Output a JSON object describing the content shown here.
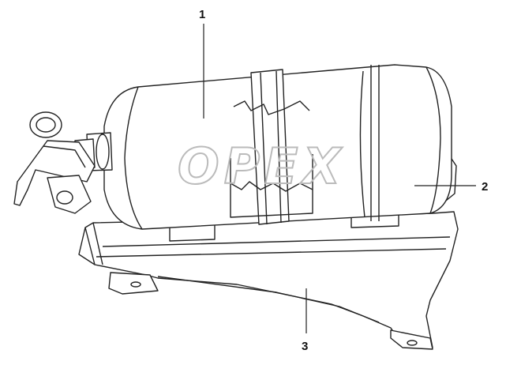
{
  "callouts": [
    {
      "number": "1",
      "part": "fire-extinguisher"
    },
    {
      "number": "2",
      "part": "mounting-bracket"
    },
    {
      "number": "3",
      "part": "support-plate"
    }
  ],
  "watermark": {
    "text": "OPEX"
  },
  "colors": {
    "line": "#222222",
    "watermark": "#cfcfcf",
    "background": "#ffffff"
  }
}
